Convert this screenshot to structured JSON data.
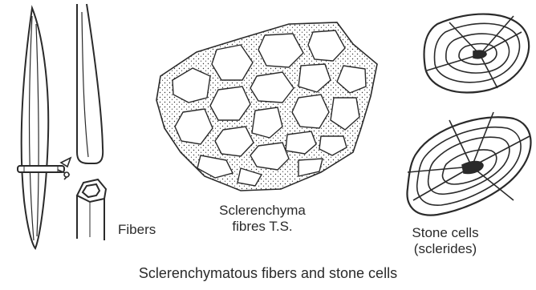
{
  "labels": {
    "fibers": "Fibers",
    "sclerenchyma_line1": "Sclerenchyma",
    "sclerenchyma_line2": "fibres T.S.",
    "stone_cells_line1": "Stone cells",
    "stone_cells_line2": "(sclerides)",
    "caption": "Sclerenchymatous fibers and stone cells"
  },
  "colors": {
    "ink": "#2a2a2a",
    "background": "#ffffff"
  }
}
